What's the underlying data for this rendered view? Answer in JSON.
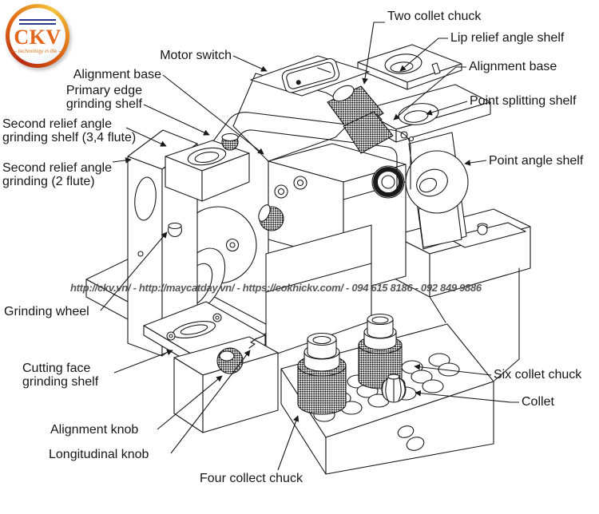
{
  "logo": {
    "text": "CKV",
    "tagline": "technology in life"
  },
  "watermark": "http://ckv.vn/ - http://maycatday.vn/ - https://cokhickv.com/ - 094 615 8186 - 092 849 9886",
  "colors": {
    "line": "#1a1a1a",
    "label_text": "#161616",
    "watermark_text": "#454545",
    "logo_orange": "#e2661b",
    "logo_ring": "#c33d14",
    "logo_blue": "#2b3a8f"
  },
  "diagram": {
    "subject": "Drill bit grinder machine parts diagram",
    "labels": [
      {
        "id": "motor-switch",
        "text": "Motor switch"
      },
      {
        "id": "alignment-base-left",
        "text": "Alignment base"
      },
      {
        "id": "primary-edge",
        "text": "Primary edge\ngrinding shelf"
      },
      {
        "id": "second-relief-34",
        "text": "Second relief angle\ngrinding shelf (3,4 flute)"
      },
      {
        "id": "second-relief-2",
        "text": "Second relief angle\ngrinding (2 flute)"
      },
      {
        "id": "grinding-wheel",
        "text": "Grinding wheel"
      },
      {
        "id": "cutting-face",
        "text": "Cutting face\ngrinding shelf"
      },
      {
        "id": "alignment-knob",
        "text": "Alignment  knob"
      },
      {
        "id": "longitudinal-knob",
        "text": "Longitudinal knob"
      },
      {
        "id": "four-collect-chuck",
        "text": "Four collect chuck"
      },
      {
        "id": "two-collet-chuck",
        "text": "Two collet chuck"
      },
      {
        "id": "lip-relief",
        "text": "Lip relief angle shelf"
      },
      {
        "id": "alignment-base-right",
        "text": "Alignment base"
      },
      {
        "id": "point-splitting",
        "text": "Point splitting shelf"
      },
      {
        "id": "point-angle",
        "text": "Point angle shelf"
      },
      {
        "id": "six-collet-chuck",
        "text": "Six collet chuck"
      },
      {
        "id": "collet",
        "text": "Collet"
      }
    ]
  }
}
